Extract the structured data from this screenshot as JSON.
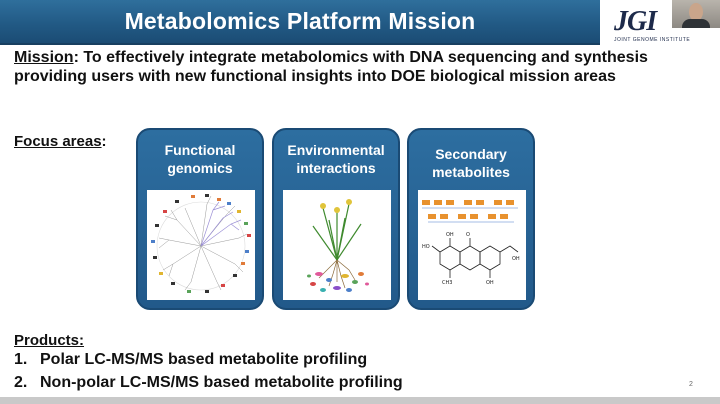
{
  "slide": {
    "title": "Metabolomics Platform Mission",
    "mission_label": "Mission",
    "mission_text": ": To effectively integrate metabolomics with DNA sequencing and synthesis providing users with new functional insights into DOE biological mission areas",
    "focus_label": "Focus areas",
    "focus_colon": ":",
    "focus_cards": [
      {
        "title_line1": "Functional",
        "title_line2": "genomics",
        "image_icon": "phylogenetic-tree-icon"
      },
      {
        "title_line1": "Environmental",
        "title_line2": "interactions",
        "image_icon": "plant-roots-icon"
      },
      {
        "title_line1": "Secondary",
        "title_line2": "metabolites",
        "image_icon": "chemical-structure-icon"
      }
    ],
    "products_label": "Products:",
    "products": [
      {
        "num": "1.",
        "text": "Polar LC-MS/MS based metabolite profiling"
      },
      {
        "num": "2.",
        "text": "Non-polar LC-MS/MS based metabolite profiling"
      }
    ],
    "slide_number": "2"
  },
  "logo": {
    "text": "JGI",
    "subtitle": "JOINT GENOME INSTITUTE"
  },
  "colors": {
    "title_bar": "#225a85",
    "card_fill": "#2d6ea0",
    "title_text": "#ffffff"
  }
}
